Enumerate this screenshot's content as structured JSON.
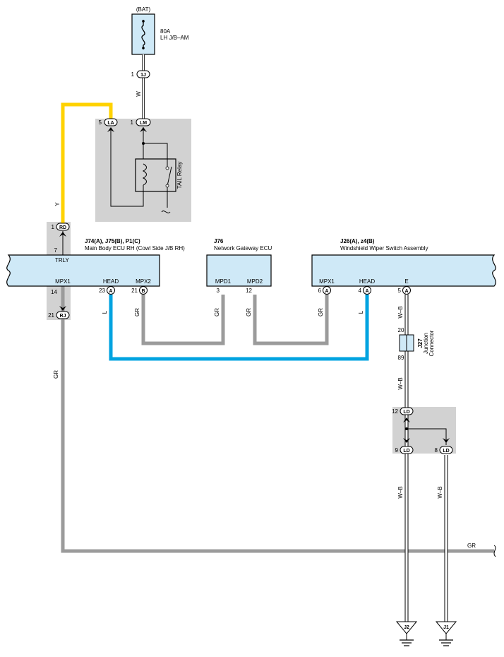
{
  "colors": {
    "ecu_fill": "#cfe9f7",
    "relay_bg": "#d2d2d2",
    "wire_yellow": "#ffd200",
    "wire_gray": "#9b9b9b",
    "wire_blue": "#00a3e0",
    "wire_white": "#ffffff",
    "outline": "#000000"
  },
  "battery": {
    "label": "(BAT)",
    "fuse_rating": "80A",
    "fuse_location": "LH J/B–AM",
    "pin": "1",
    "connector": "1J",
    "wire_color": "W"
  },
  "relay": {
    "name": "TAIL Relay",
    "pin_left": "5",
    "connector_left": "LA",
    "pin_right": "1",
    "connector_right": "LM"
  },
  "tail_wire": {
    "color_code": "Y",
    "pin": "1",
    "connector": "RD"
  },
  "main_body_ecu": {
    "title": "J74(A), J75(B), P1(C)",
    "name": "Main Body ECU RH (Cowl Side J/B RH)",
    "top_pin_num": "7",
    "pin_trly": "TRLY",
    "pin_mpx1": "MPX1",
    "pin_head": "HEAD",
    "pin_mpx2": "MPX2",
    "mpx1_num": "14",
    "head_num": "23",
    "head_conn": "A",
    "mpx2_num": "21",
    "mpx2_conn": "B",
    "rj_num": "21",
    "rj_conn": "RJ"
  },
  "gateway_ecu": {
    "title": "J76",
    "name": "Network Gateway ECU",
    "pin_mpd1": "MPD1",
    "pin_mpd2": "MPD2",
    "mpd1_num": "3",
    "mpd2_num": "12"
  },
  "wiper_switch": {
    "title": "J26(A), z4(B)",
    "name": "Windshield Wiper Switch Assembly",
    "pin_mpx1": "MPX1",
    "pin_head": "HEAD",
    "pin_e": "E",
    "mpx1_num": "6",
    "mpx1_conn": "A",
    "head_num": "4",
    "head_conn": "A",
    "e_num": "5",
    "e_conn": "A"
  },
  "wire_codes": {
    "gr": "GR",
    "l": "L",
    "wb": "W–B"
  },
  "junction": {
    "id": "J27",
    "name": "Junction",
    "name2": "Connector",
    "pin_top": "20",
    "pin_bottom": "89"
  },
  "ld_block": {
    "top_num": "12",
    "top_conn": "LD",
    "left_num": "9",
    "left_conn": "LD",
    "right_num": "8",
    "right_conn": "LD"
  },
  "grounds": {
    "g1": "J2",
    "g2": "J1"
  }
}
